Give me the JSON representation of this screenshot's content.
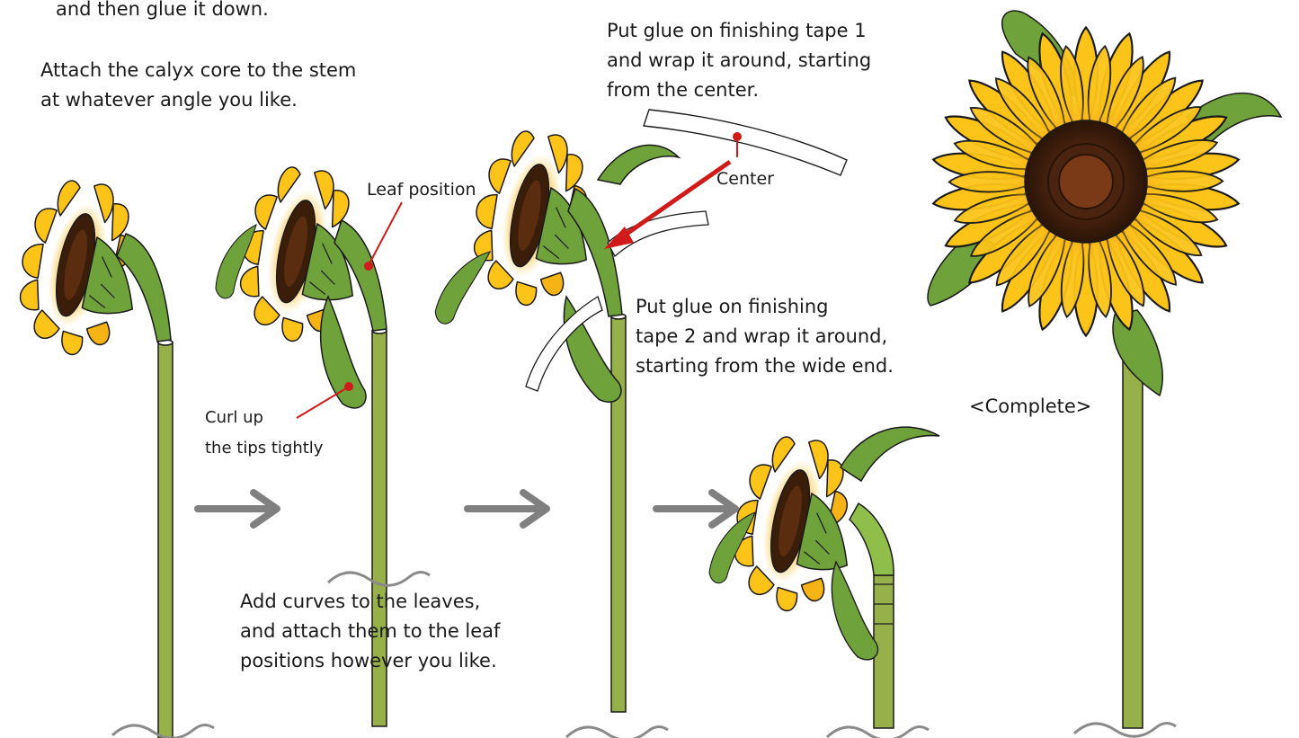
{
  "texts": {
    "top_cut": "and then glue it down.",
    "attach_line1": "Attach the calyx core to the stem",
    "attach_line2": "at whatever angle you like.",
    "tape1_line1": "Put glue on finishing tape 1",
    "tape1_line2": "and wrap it around, starting",
    "tape1_line3": "from the center.",
    "center": "Center",
    "leaf_position": "Leaf position",
    "curl_line1": "Curl up",
    "curl_line2": "the tips tightly",
    "tape2_line1": "Put glue on finishing",
    "tape2_line2": "tape 2 and wrap it around,",
    "tape2_line3": "starting from the wide end.",
    "complete": "<Complete>",
    "leaves_line1": "Add curves to the leaves,",
    "leaves_line2": "and attach them to the leaf",
    "leaves_line3": "positions however you like."
  },
  "colors": {
    "petal": "#fcc419",
    "petal_dark": "#e8a10a",
    "center": "#4a2a12",
    "stem": "#97b04a",
    "leaf": "#6fa23a",
    "arrow": "#808080",
    "marker": "#d11a1a"
  },
  "icons": {
    "arrow": "right-arrow-icon",
    "ground": "ground-wave-icon",
    "marker": "red-dot-marker-icon"
  }
}
